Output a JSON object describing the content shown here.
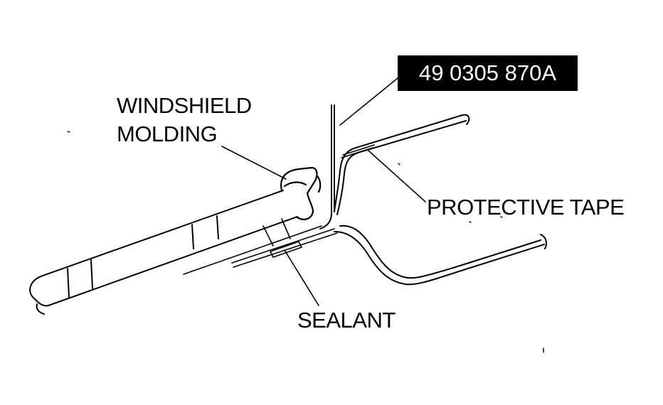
{
  "diagram": {
    "part_number": "49 0305 870A",
    "labels": {
      "windshield_molding_line1": "WINDSHIELD",
      "windshield_molding_line2": "MOLDING",
      "protective_tape": "PROTECTIVE TAPE",
      "sealant": "SEALANT"
    }
  }
}
